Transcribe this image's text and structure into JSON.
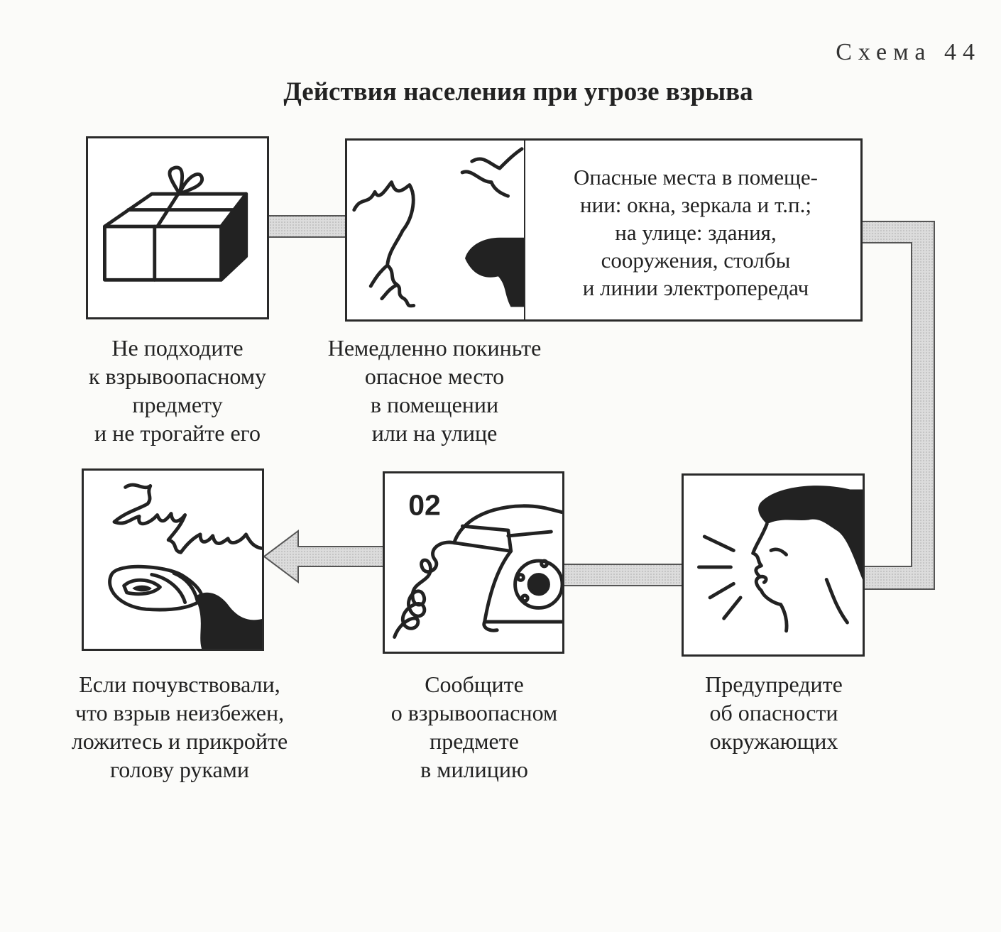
{
  "header": {
    "scheme_label": "Схема 44",
    "title": "Действия населения при угрозе взрыва"
  },
  "info_box": {
    "lines": [
      "Опасные места в помеще-",
      "нии: окна, зеркала и т.п.;",
      "на улице: здания,",
      "сооружения, столбы",
      "и линии электропередач"
    ]
  },
  "steps": [
    {
      "icon": "package-icon",
      "caption": [
        "Не подходите",
        "к взрывоопасному",
        "предмету",
        "и не трогайте его"
      ]
    },
    {
      "icon": "explosion-debris-icon",
      "caption": [
        "Немедленно покиньте",
        "опасное место",
        "в помещении",
        "или на улице"
      ]
    },
    {
      "icon": "shouting-person-icon",
      "caption": [
        "Предупредите",
        "об опасности",
        "окружающих"
      ]
    },
    {
      "icon": "telephone-icon",
      "phone_number": "02",
      "caption": [
        "Сообщите",
        "о взрывоопасном",
        "предмете",
        "в милицию"
      ]
    },
    {
      "icon": "lie-down-cover-head-icon",
      "caption": [
        "Если почувствовали,",
        "что взрыв неизбежен,",
        "ложитесь и прикройте",
        "голову руками"
      ]
    }
  ],
  "colors": {
    "line": "#2a2a2a",
    "connector_fill": "#d6d6d6",
    "paper": "#fbfbf9"
  }
}
